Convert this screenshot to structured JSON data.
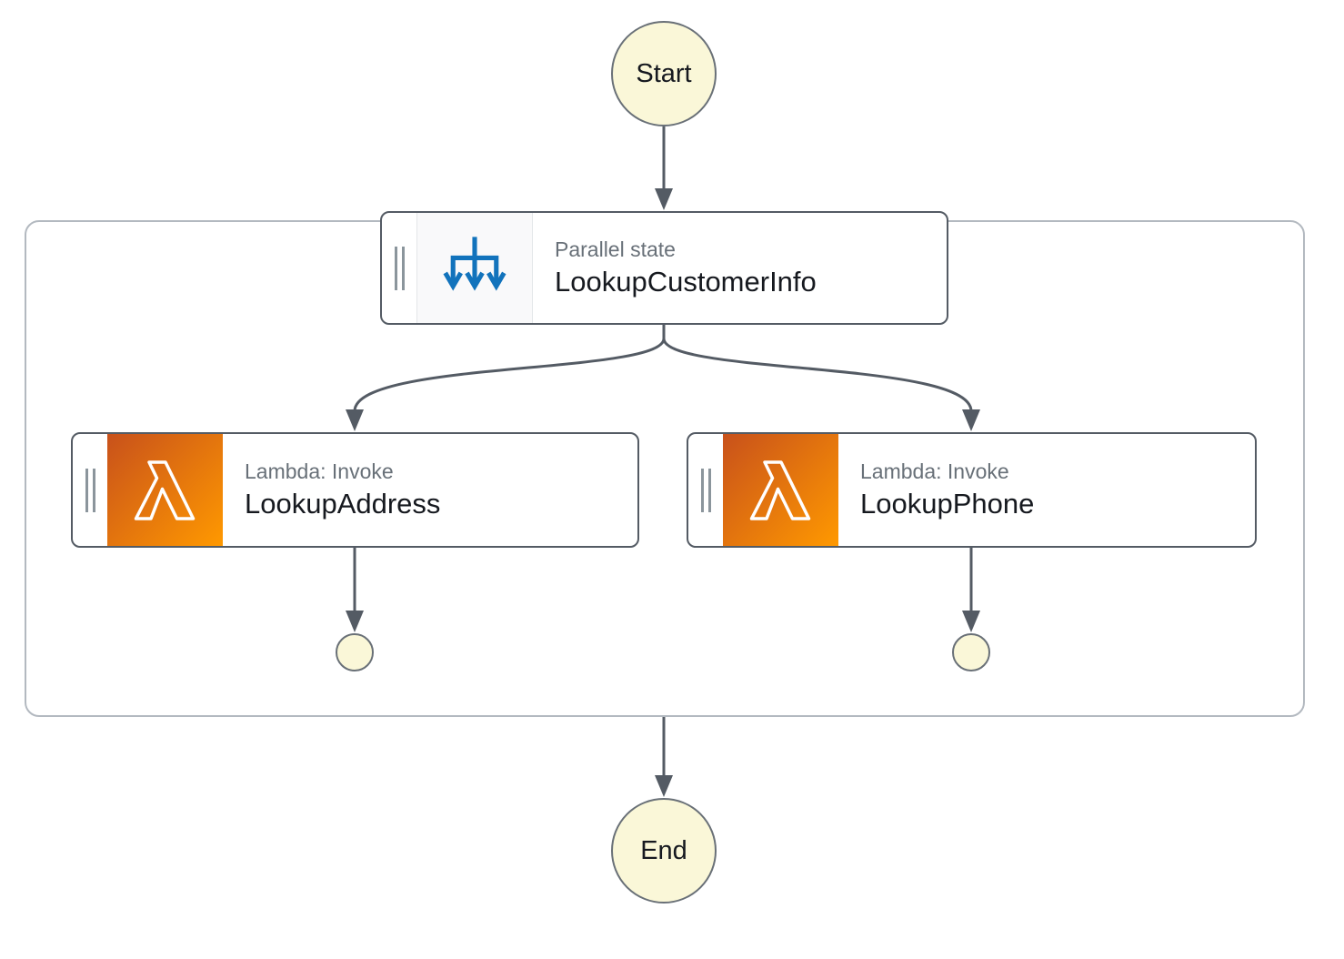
{
  "workflow": {
    "start": {
      "label": "Start"
    },
    "end": {
      "label": "End"
    },
    "parallel": {
      "type_label": "Parallel state",
      "name": "LookupCustomerInfo",
      "icon": "parallel-fanout-icon"
    },
    "branches": [
      {
        "type_label": "Lambda: Invoke",
        "name": "LookupAddress",
        "icon": "lambda-icon"
      },
      {
        "type_label": "Lambda: Invoke",
        "name": "LookupPhone",
        "icon": "lambda-icon"
      }
    ],
    "colors": {
      "terminal_fill": "#faf7d8",
      "terminal_border": "#697077",
      "node_border": "#545b64",
      "branch_container_border": "#b3b9c0",
      "edge": "#545b64",
      "type_label_text": "#687078",
      "name_text": "#16191f",
      "parallel_icon_blue": "#1273bc",
      "lambda_gradient_start": "#c8511b",
      "lambda_gradient_end": "#ff9900",
      "icon_panel_bg": "#f9f9fa",
      "drag_handle": "#8b959c"
    }
  }
}
